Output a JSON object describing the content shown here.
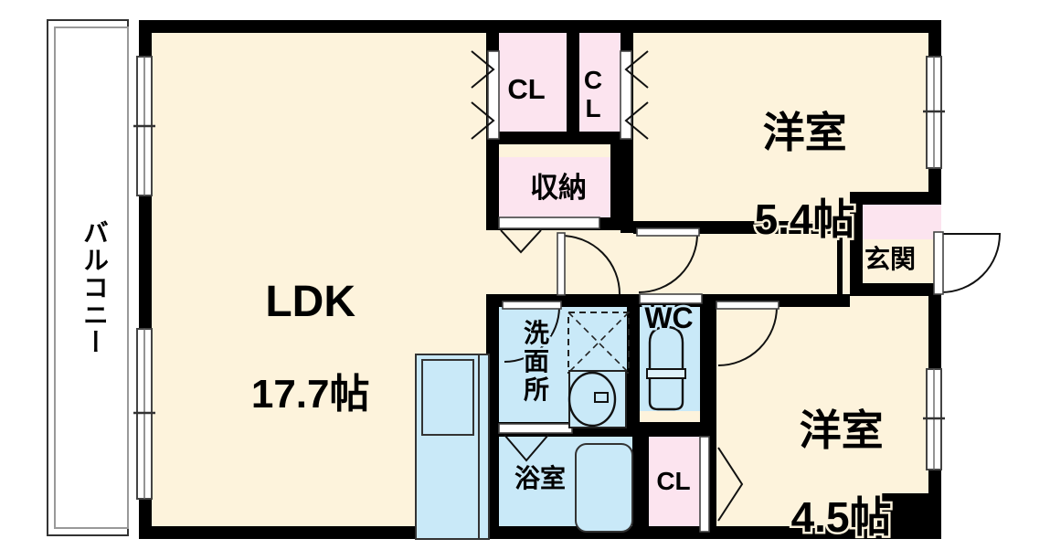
{
  "document": {
    "kind": "floor-plan",
    "language": "ja",
    "title": "間取り図"
  },
  "colors": {
    "wall": "#000000",
    "floor_fill": "#FDF3DC",
    "closet_fill": "#FCE4EF",
    "water_fill": "#C9E9F8",
    "balcony_fill": "#FFFFFF",
    "outline": "#1A1A1A",
    "window_fill": "#FFFFFF"
  },
  "rooms": {
    "ldk": {
      "name": "LDK",
      "size": "17.7帖"
    },
    "western_room_large": {
      "name": "洋室",
      "size": "5.4帖"
    },
    "western_room_small": {
      "name": "洋室",
      "size": "4.5帖"
    },
    "closet_top_large": {
      "name": "CL"
    },
    "closet_top_small": {
      "name": "C\nL"
    },
    "storage": {
      "name": "収納"
    },
    "entrance": {
      "name": "玄関"
    },
    "washroom": {
      "name": "洗\n面\n所"
    },
    "toilet": {
      "name": "WC"
    },
    "bathroom": {
      "name": "浴室"
    },
    "closet_bedroom": {
      "name": "CL"
    },
    "balcony": {
      "name": "バルコニー"
    }
  },
  "fixtures": {
    "kitchen_counter": "kitchen-counter",
    "sink_basin": "wash-basin",
    "washer_space": "washing-machine-space",
    "toilet_unit": "toilet-fixture",
    "bathtub": "bathtub"
  },
  "openings": {
    "entrance_door": "hinged-door",
    "interior_doors": "hinged-door",
    "closet_doors": "folding-door",
    "balcony_windows": "sliding-window",
    "bedroom_windows": "sliding-window"
  }
}
